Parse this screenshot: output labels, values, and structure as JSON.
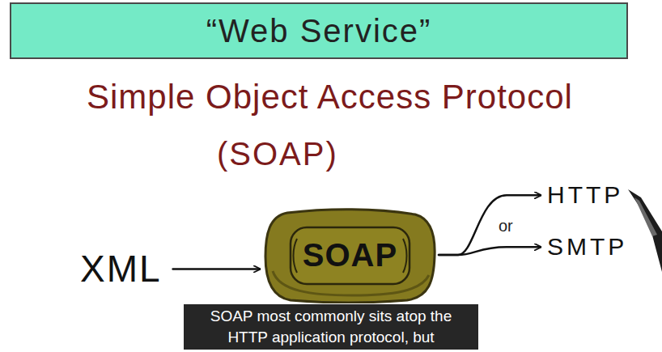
{
  "diagram": {
    "title": "“Web Service”",
    "caption": "SOAP most commonly sits atop the HTTP application protocol, but",
    "nodes": [
      {
        "text": [
          "XML"
        ]
      },
      {
        "text": [
          "SOAP"
        ]
      },
      {
        "text": [
          "HTTP"
        ]
      },
      {
        "text": [
          "SMTP"
        ]
      }
    ],
    "edges": [
      {
        "from": 0,
        "to": 1,
        "arrow": "to"
      },
      {
        "from": 1,
        "to": 2,
        "arrow": "to"
      },
      {
        "from": 1,
        "to": 3,
        "arrow": "to"
      }
    ],
    "labels": [
      "Simple Object Access Protocol",
      "(SOAP)",
      "or"
    ]
  }
}
